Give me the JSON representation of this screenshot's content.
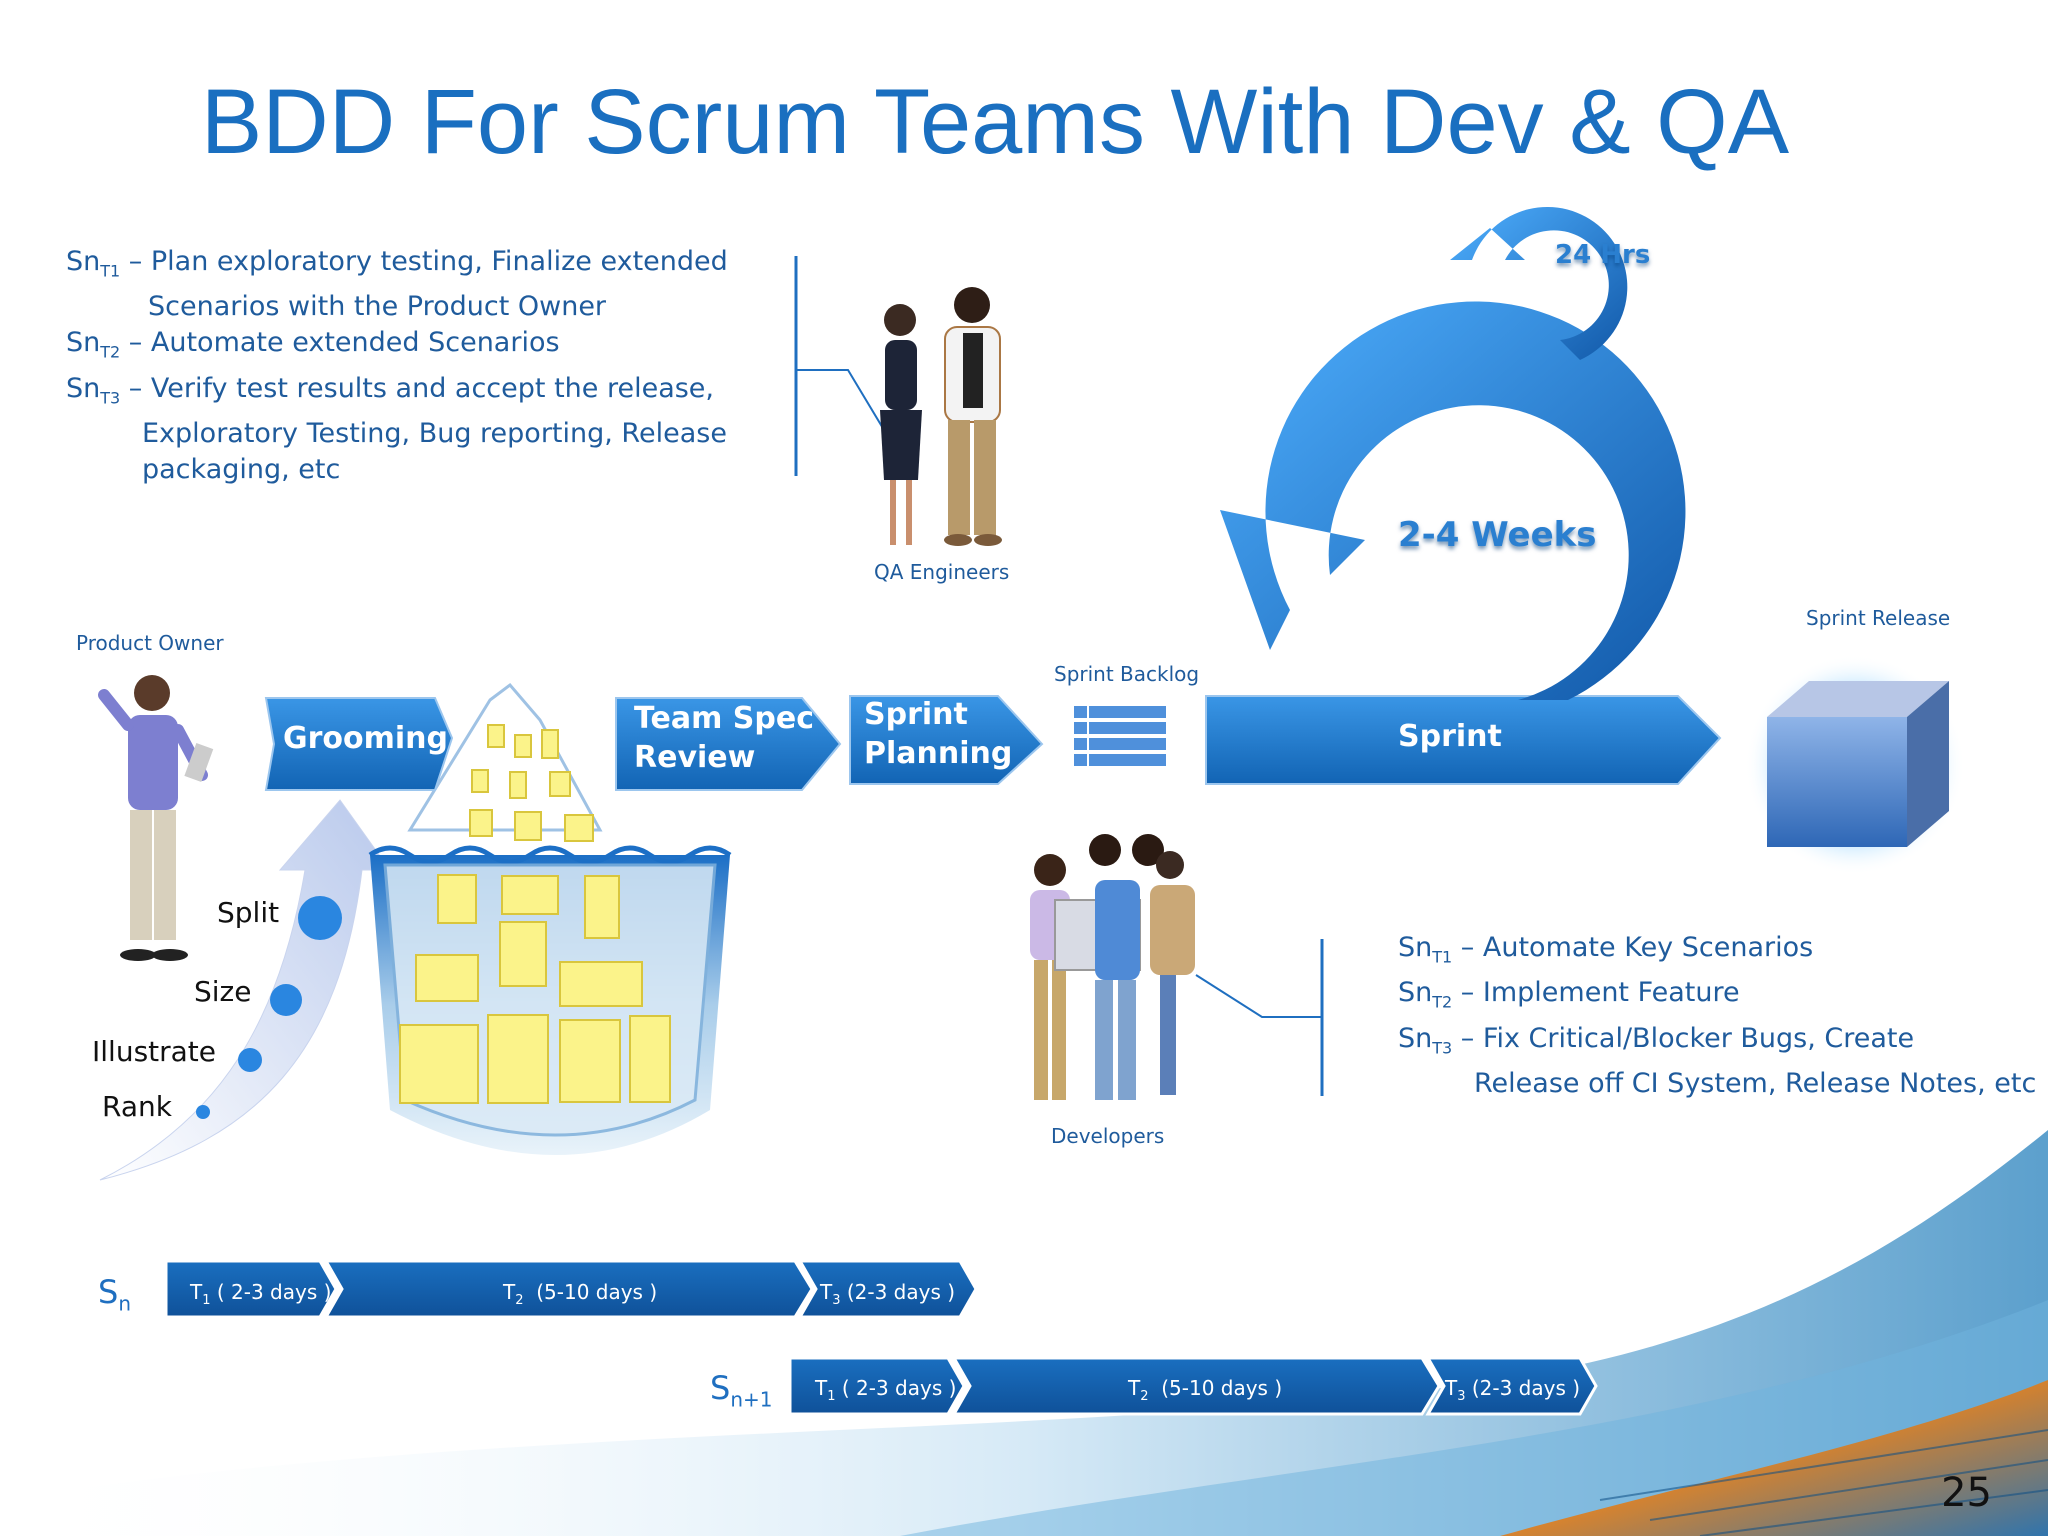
{
  "slide": {
    "title": "BDD For Scrum Teams With Dev & QA",
    "page_number": "25"
  },
  "qa_notes": [
    {
      "role": "Sn",
      "sub": "T1",
      "dash": " – ",
      "text": "Plan exploratory testing, Finalize extended",
      "cont": "Scenarios with the Product Owner"
    },
    {
      "role": "Sn",
      "sub": "T2",
      "dash": " – ",
      "text": "Automate extended Scenarios",
      "cont": ""
    },
    {
      "role": "Sn",
      "sub": "T3",
      "dash": " – ",
      "text": "Verify test results and accept the release,",
      "cont": "Exploratory Testing, Bug reporting, Release",
      "cont2": "packaging, etc"
    }
  ],
  "dev_notes": [
    {
      "text": "Automate Key Scenarios",
      "cont": ""
    },
    {
      "text": "Implement Feature",
      "cont": ""
    },
    {
      "text": "Fix Critical/Blocker Bugs, Create",
      "cont": "Release off CI System, Release Notes, etc"
    }
  ],
  "labels": {
    "qa_engineers": "QA Engineers",
    "product_owner": "Product Owner",
    "sprint_backlog": "Sprint Backlog",
    "sprint_release": "Sprint Release",
    "developers": "Developers"
  },
  "flow": {
    "grooming": "Grooming",
    "team_spec_1": "Team Spec",
    "team_spec_2": "Review",
    "sprint_planning_1": "Sprint",
    "sprint_planning_2": "Planning",
    "sprint": "Sprint"
  },
  "loop": {
    "daily": "24 Hrs",
    "sprint_length": "2-4 Weeks"
  },
  "grooming_steps": [
    "Split",
    "Size",
    "Illustrate",
    "Rank"
  ],
  "timeline": {
    "sn": {
      "label_main": "S",
      "label_sub": "n",
      "t1": "( 2-3 days )",
      "t2": "(5-10 days )",
      "t3": "(2-3 days )"
    },
    "sn1": {
      "label_main": "S",
      "label_sub": "n+1",
      "t1": "( 2-3 days )",
      "t2": "(5-10 days )",
      "t3": "(2-3 days )"
    }
  },
  "colors": {
    "title": "#1a6fc0",
    "text": "#1f5b9c",
    "chevron": "#1c78d0",
    "timeline": "#1265b0"
  }
}
